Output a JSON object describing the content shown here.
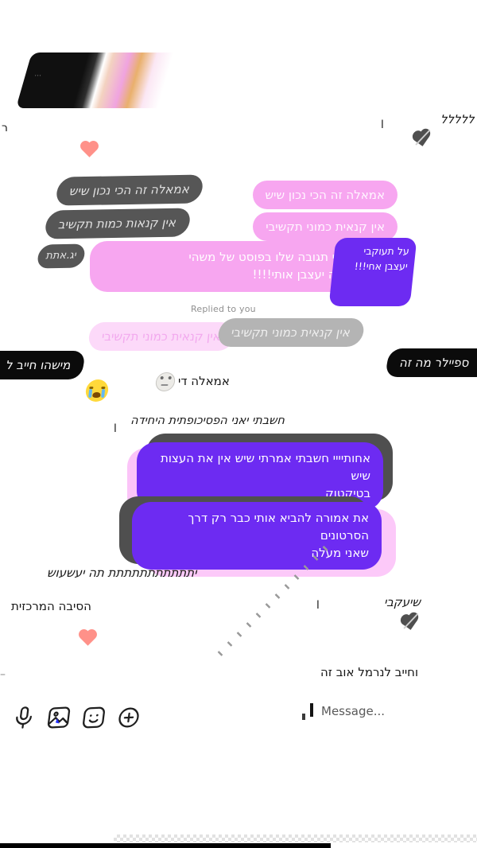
{
  "colors": {
    "sent_pink": "#f7a6f0",
    "sent_purple": "#6d2bf2",
    "ghost_gray": "#565656",
    "quote_gray": "#b4b4b4",
    "black_bubble": "#0b0b0b",
    "heart_red": "#ff9189"
  },
  "chat": {
    "reply_context_label": "Replied to you",
    "emojis": {
      "heart_top": "red-heart",
      "heart_bottom": "red-heart",
      "gift_heart_top": "heart-with-ribbon",
      "gift_heart_bottom": "heart-with-ribbon",
      "crying": "loudly-crying-face",
      "eyeroll": "face-with-rolling-eyes"
    },
    "messages": {
      "laugh_top": "ללללל",
      "frag_nun_top": "ן",
      "frag_resh": "ר",
      "ghost_1": "אמאלה זה הכי נכון שיש",
      "sent_1": "אמאלה זה הכי נכון שיש",
      "ghost_2": "אין קנאות כמות תקשיב",
      "sent_2": "אין קנאית כמוני תקשיבי",
      "sent_3_line1": "גם מצאתי תגובה שלו בפוסט של משהי",
      "sent_3_line2": "מ2019 זה יעצבן אותי!!!!",
      "glitch_purple_line1": "על תעוקבי",
      "glitch_purple_line2": "יעצבן אחי!!!",
      "glitch_gray_frag": "יג.אתת",
      "quoted_ghost": "אין קנאית כמוני תקשיבי",
      "quoted_reply": "אין קנאית כמוני תקשיבי",
      "black_left": "מישהו חייב ל",
      "black_right": "ספיילר מה זה",
      "amale_di": "אמאלה די",
      "psycho_line": "חשבתי יאני הפסיכופתית היחידה",
      "frag_nun_psycho": "ן",
      "purple_1_line1": "אחותיייי חשבתי אמרתי שיש אין את העצות שיש",
      "purple_1_line2": "בטיקטוק",
      "purple_2_line1": "את אמורה להביא אותי כבר רק דרך הסרטונים",
      "purple_2_line2": "שאני מעלה",
      "laugh_2": "יתתתתתתתתתתת תה יעשעוש",
      "reason_left": "הסיבה המרכזית",
      "frag_nun_mid": "ן",
      "reason_right": "שיעקבי",
      "frag_dash": "–",
      "normal_line": "וחייב לנרמל אוב זה"
    },
    "composer": {
      "placeholder": "Message...",
      "icons": [
        "microphone-icon",
        "gallery-icon",
        "sticker-icon",
        "plus-circle-icon"
      ]
    }
  }
}
